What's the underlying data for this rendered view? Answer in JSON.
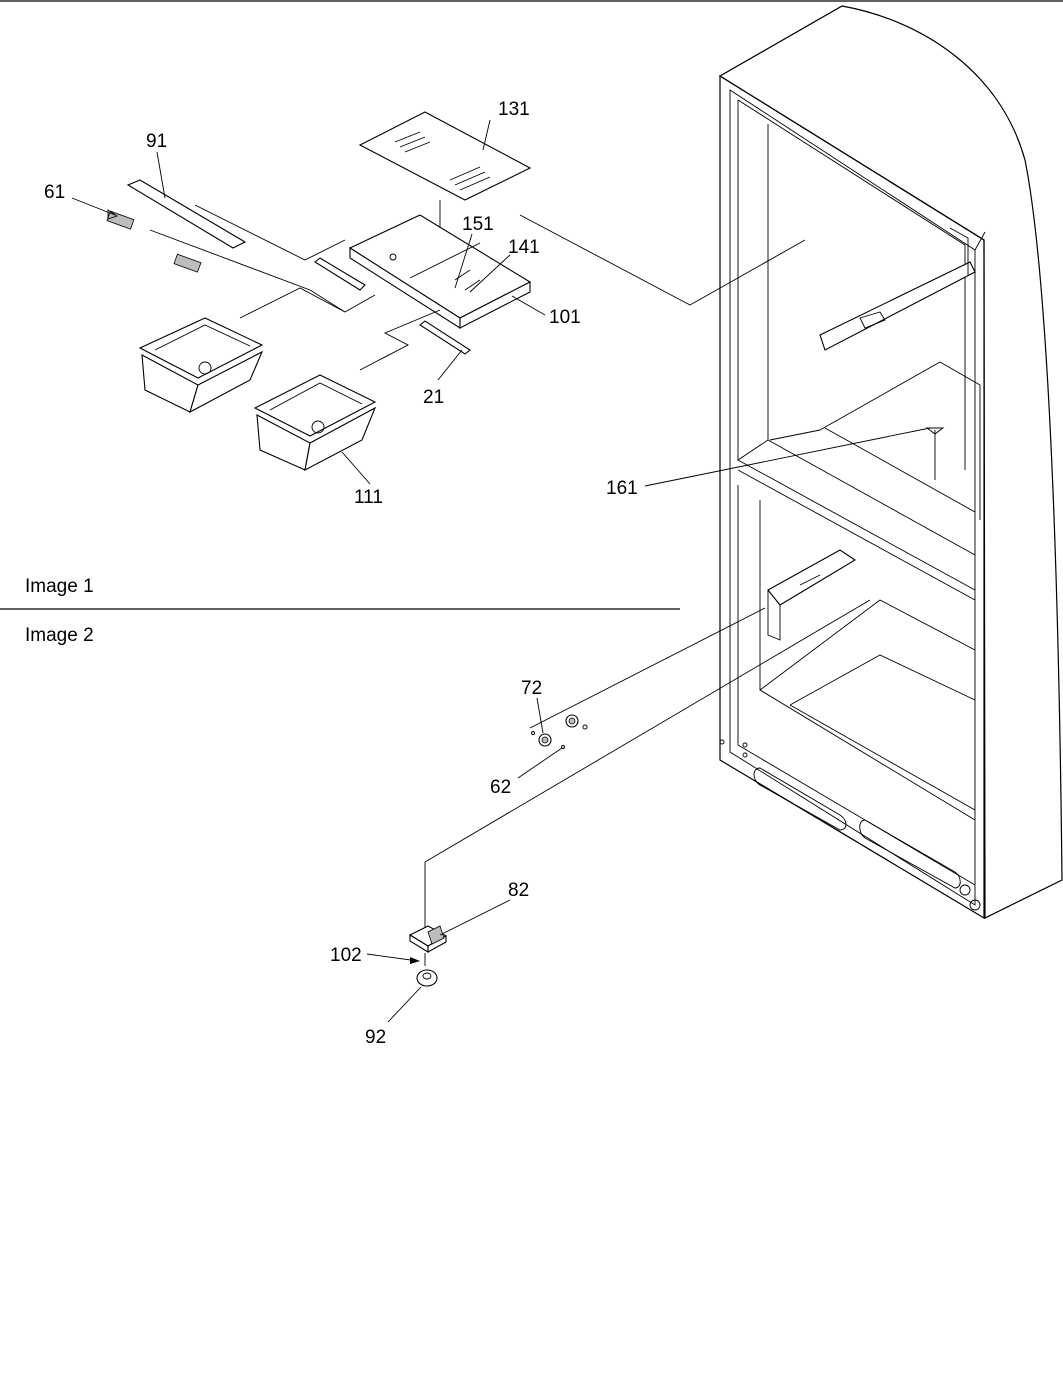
{
  "sections": {
    "image1": "Image 1",
    "image2": "Image 2"
  },
  "callouts": {
    "c131": "131",
    "c91": "91",
    "c61": "61",
    "c151": "151",
    "c141": "141",
    "c101": "101",
    "c21": "21",
    "c111": "111",
    "c161": "161",
    "c72": "72",
    "c62": "62",
    "c82": "82",
    "c102": "102",
    "c92": "92"
  }
}
